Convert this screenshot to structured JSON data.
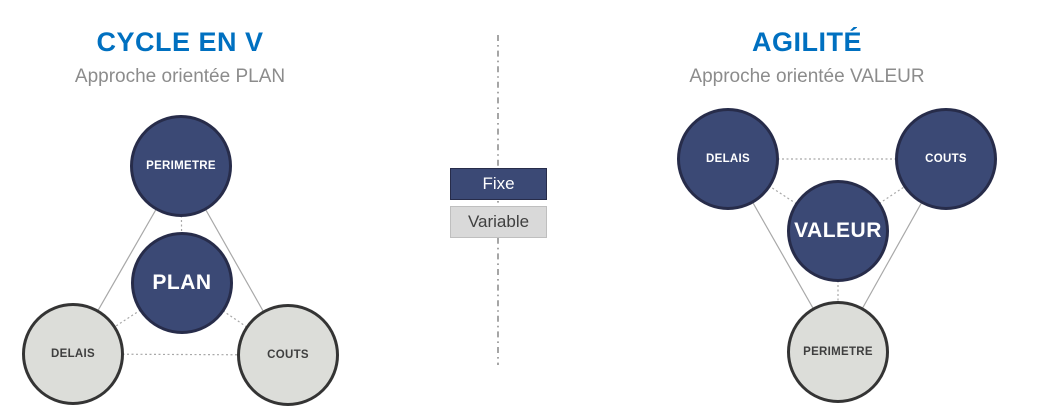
{
  "left_panel": {
    "title": "CYCLE EN V",
    "subtitle": "Approche orientée PLAN",
    "circles": [
      {
        "label": "PERIMETRE",
        "type": "fixe"
      },
      {
        "label": "PLAN",
        "type": "fixe"
      },
      {
        "label": "DELAIS",
        "type": "variable"
      },
      {
        "label": "COUTS",
        "type": "variable"
      }
    ]
  },
  "right_panel": {
    "title": "AGILITÉ",
    "subtitle": "Approche orientée VALEUR",
    "circles": [
      {
        "label": "DELAIS",
        "type": "fixe"
      },
      {
        "label": "COUTS",
        "type": "fixe"
      },
      {
        "label": "VALEUR",
        "type": "fixe"
      },
      {
        "label": "PERIMETRE",
        "type": "variable"
      }
    ]
  },
  "legend": {
    "fixe_label": "Fixe",
    "variable_label": "Variable"
  },
  "colors": {
    "title_blue": "#0070C0",
    "subtitle_gray": "#8C8C8C",
    "fixe_fill": "#3B4975",
    "fixe_border": "#272C4A",
    "variable_fill": "#DCDDD9",
    "variable_border": "#343434",
    "line_gray": "#A8A8A8",
    "divider_gray": "#8F8F8F"
  }
}
